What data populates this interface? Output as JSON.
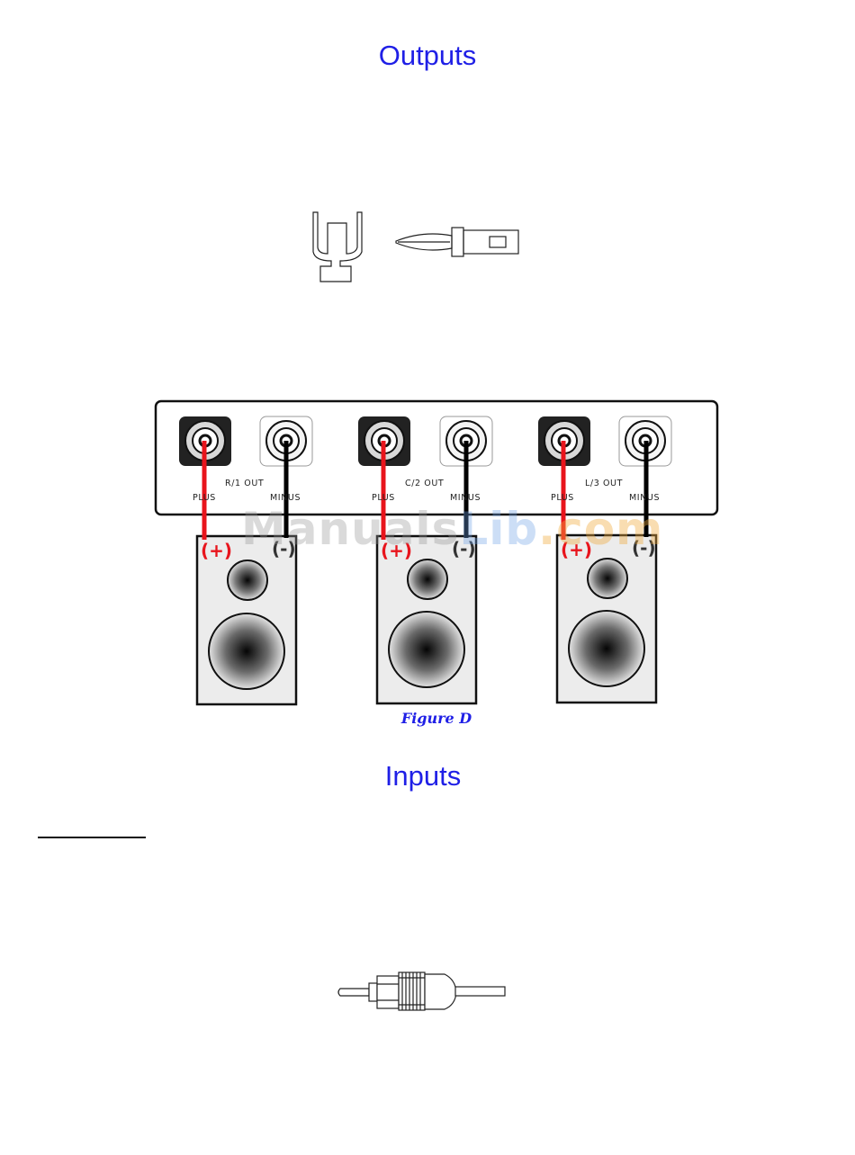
{
  "outputs": {
    "title": "Outputs"
  },
  "inputs": {
    "title": "Inputs"
  },
  "amp_panel": {
    "channels": [
      {
        "name": "R/1  OUT",
        "plus": "PLUS",
        "minus": "MINUS"
      },
      {
        "name": "C/2  OUT",
        "plus": "PLUS",
        "minus": "MINUS"
      },
      {
        "name": "L/3  OUT",
        "plus": "PLUS",
        "minus": "MINUS"
      }
    ]
  },
  "speaker_labels": {
    "positive": "(+)",
    "negative": "(-)"
  },
  "figure_caption": "Figure D",
  "watermark": {
    "part1": "Manuals",
    "part2": "Lib",
    "part3": ".com"
  },
  "colors": {
    "heading": "#1f1fe6",
    "positive_wire": "#e8141c",
    "negative_wire": "#000000"
  }
}
